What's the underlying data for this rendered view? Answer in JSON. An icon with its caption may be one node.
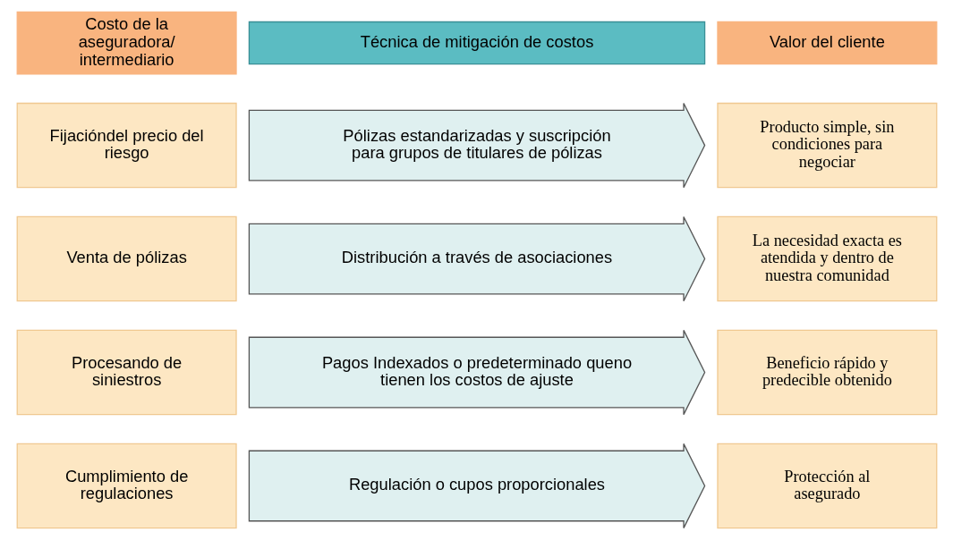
{
  "diagram": {
    "nodes": [
      {
        "text": [
          "Costo de la aseguradora/ intermediario"
        ]
      },
      {
        "text": [
          "Técnica de mitigación de costos"
        ]
      },
      {
        "text": [
          "Valor del cliente"
        ]
      },
      {
        "text": [
          "Fijacióndel precio del riesgo"
        ]
      },
      {
        "text": [
          "Pólizas estandarizadas y suscripción para grupos de titulares de pólizas"
        ]
      },
      {
        "text": [
          "Producto simple, sin condiciones para negociar"
        ]
      },
      {
        "text": [
          "Venta de pólizas"
        ]
      },
      {
        "text": [
          "Distribución a través de asociaciones"
        ]
      },
      {
        "text": [
          "La necesidad exacta es atendida y dentro de nuestra comunidad"
        ]
      },
      {
        "text": [
          "Procesando de siniestros"
        ]
      },
      {
        "text": [
          "Pagos Indexados o predeterminado queno tienen los costos de ajuste"
        ]
      },
      {
        "text": [
          "Beneficio rápido y predecible obtenido"
        ]
      },
      {
        "text": [
          "Cumplimiento de regulaciones"
        ]
      },
      {
        "text": [
          "Regulación o cupos proporcionales"
        ]
      },
      {
        "text": [
          "Protección al asegurado"
        ]
      }
    ]
  }
}
